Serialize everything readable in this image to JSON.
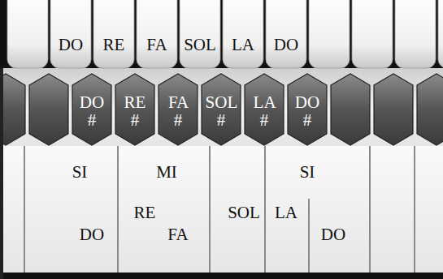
{
  "diagram": {
    "labels": [
      "DO",
      "RE",
      "FA",
      "SOL",
      "LA",
      "DO",
      "DO #",
      "RE #",
      "FA #",
      "SOL #",
      "LA #",
      "DO #",
      "SI",
      "MI",
      "SI",
      "RE",
      "SOL",
      "LA",
      "DO",
      "FA",
      "DO"
    ]
  }
}
